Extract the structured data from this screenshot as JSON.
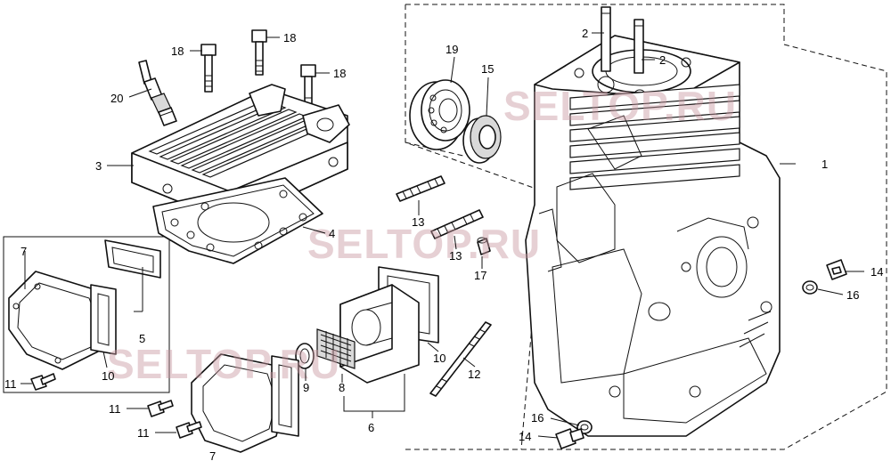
{
  "watermark": {
    "text": "SELTOP.RU",
    "color": "#c896a0"
  },
  "callouts": {
    "c1": "1",
    "c2a": "2",
    "c2b": "2",
    "c3": "3",
    "c4": "4",
    "c5": "5",
    "c6": "6",
    "c7a": "7",
    "c7b": "7",
    "c8": "8",
    "c9": "9",
    "c10a": "10",
    "c10b": "10",
    "c11a": "11",
    "c11b": "11",
    "c11c": "11",
    "c12": "12",
    "c13a": "13",
    "c13b": "13",
    "c14a": "14",
    "c14b": "14",
    "c16a": "16",
    "c16b": "16",
    "c17": "17",
    "c18a": "18",
    "c18b": "18",
    "c18c": "18",
    "c19": "19",
    "c15": "15",
    "c20": "20"
  }
}
